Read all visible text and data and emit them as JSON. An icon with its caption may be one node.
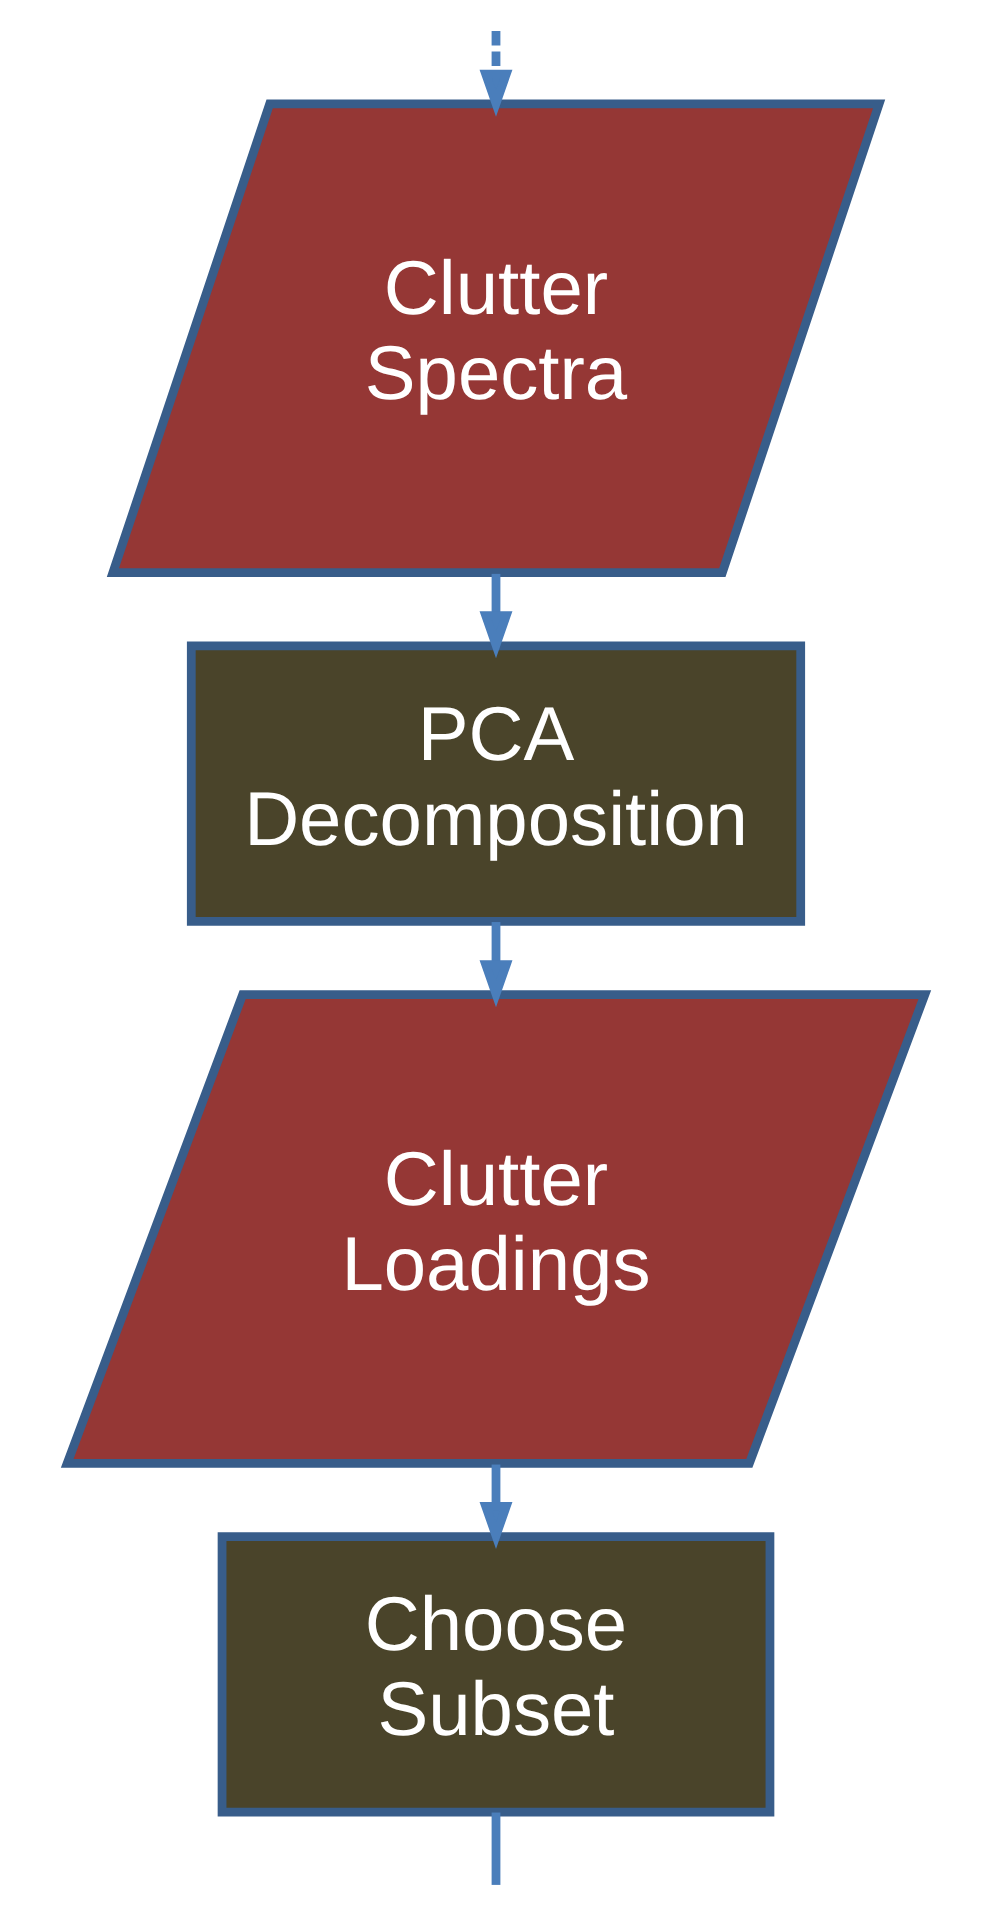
{
  "diagram": {
    "nodes": [
      {
        "text": [
          "Clutter Spectra"
        ]
      },
      {
        "text": [
          "PCA Decomposition"
        ]
      },
      {
        "text": [
          "Clutter Loadings"
        ]
      },
      {
        "text": [
          "Choose Subset"
        ]
      }
    ],
    "edges": [
      {
        "from": null,
        "to": 0,
        "arrow": "to",
        "style": "dashed"
      },
      {
        "from": 0,
        "to": 1,
        "arrow": "to"
      },
      {
        "from": 1,
        "to": 2,
        "arrow": "to"
      },
      {
        "from": 2,
        "to": 3,
        "arrow": "to"
      },
      {
        "from": 3,
        "to": null,
        "arrow": "none"
      }
    ]
  }
}
